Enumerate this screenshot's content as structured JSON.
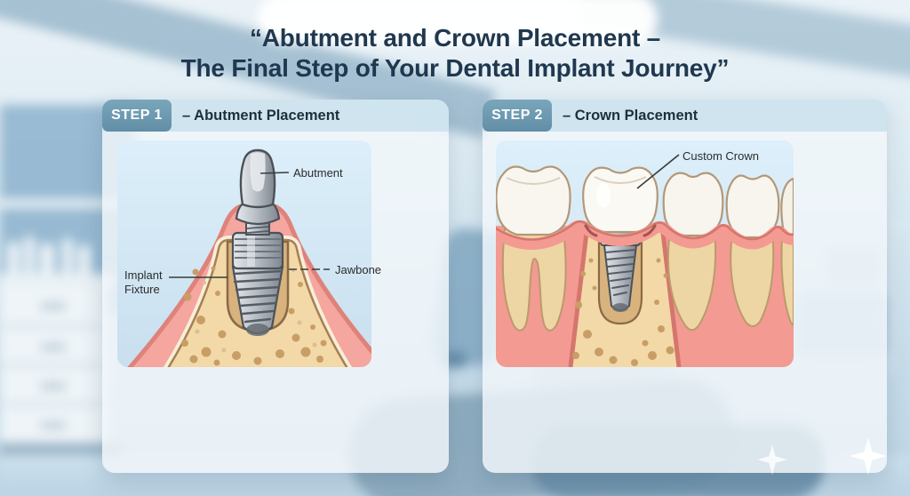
{
  "title": {
    "line1": "“Abutment and Crown Placement –",
    "line2": "The Final Step of Your Dental Implant Journey”"
  },
  "panels": [
    {
      "step_badge": "STEP 1",
      "heading": "– Abutment Placement",
      "labels": {
        "abutment": "Abutment",
        "implant_fixture": "Implant\nFixture",
        "jawbone": "Jawbone"
      }
    },
    {
      "step_badge": "STEP 2",
      "heading": "– Crown Placement",
      "labels": {
        "custom_crown": "Custom Crown"
      }
    }
  ],
  "colors": {
    "badge_blue": "#6b99b0",
    "header_strip": "#cfe4ee",
    "title_navy": "#20384f",
    "gum_pink": "#f4a69f",
    "bone_tan": "#f3d9a7",
    "implant_metal": "#9aa1a9",
    "sky_blue": "#d4e8f4",
    "card_frost": "#f1f7fa"
  }
}
